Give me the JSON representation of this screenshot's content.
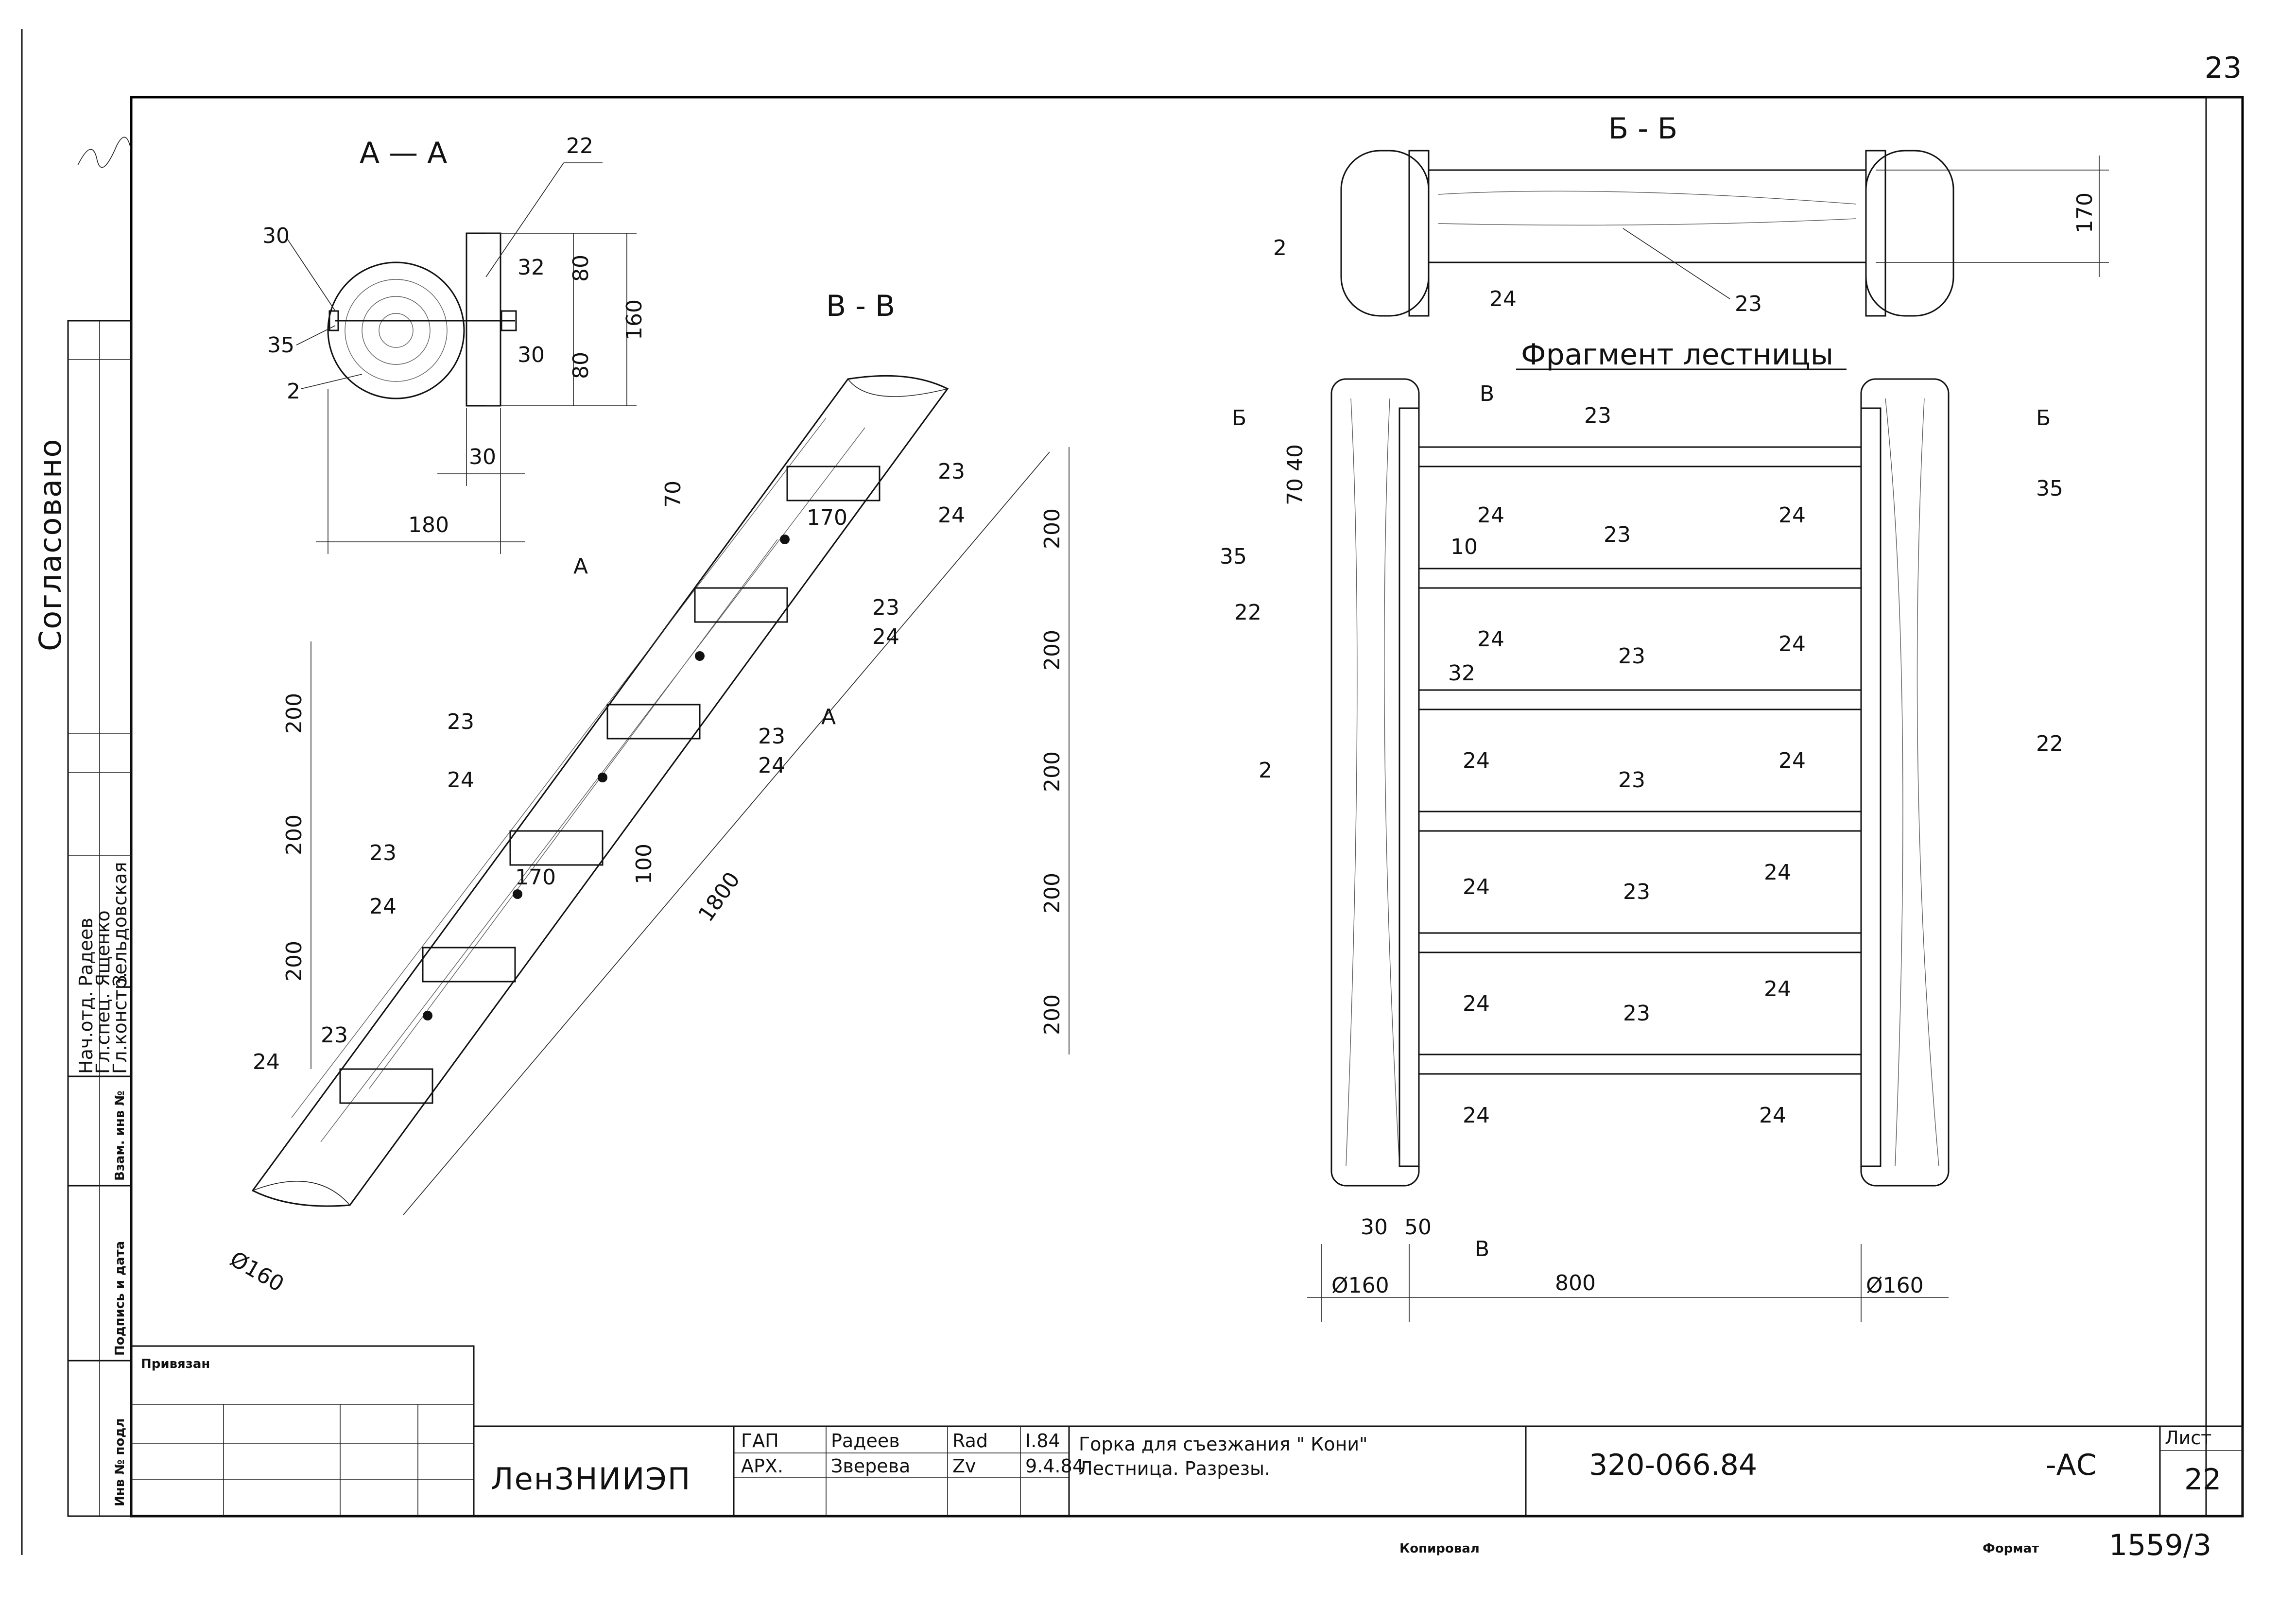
{
  "sheet": {
    "corner_number": "23",
    "sheet_number": "22",
    "sheet_label": "Лист",
    "code": "320-066.84",
    "mark": "-АС",
    "organization": "ЛенЗНИИЭП",
    "bound_label": "Привязан",
    "title_line1": "Горка для съезжания \" Кони\"",
    "title_line2": "Лестница. Разрезы.",
    "copied_label": "Копировал",
    "format_label": "Формат",
    "format_value": "1559/3",
    "stamp_rows": [
      {
        "role": "ГАП",
        "name": "Радеев",
        "sign": "Rad",
        "date": "I.84"
      },
      {
        "role": "АРХ.",
        "name": "Зверева",
        "sign": "Zv",
        "date": "9.4.84"
      }
    ]
  },
  "left_strip": {
    "approved": "Согласовано",
    "inv_no": "Инв № подл",
    "signature_date": "Подпись и дата",
    "replace_inv": "Взам. инв №",
    "people": [
      {
        "role": "Нач.отд.",
        "name": "Радеев"
      },
      {
        "role": "Гл.спец.",
        "name": "Ященко"
      },
      {
        "role": "Гл.констр.",
        "name": "Зельдовская"
      }
    ]
  },
  "views": {
    "aa_title": "А — А",
    "bb_title": "Б - Б",
    "vv_title": "В - В",
    "fragment_title": "Фрагмент лестницы",
    "cut_a": "А",
    "cut_b": "Б",
    "cut_v": "В"
  },
  "labels": {
    "n2": "2",
    "n22": "22",
    "n23": "23",
    "n24": "24",
    "n30": "30",
    "n32": "32",
    "n35": "35"
  },
  "dims": {
    "d80": "80",
    "d160": "160",
    "d30": "30",
    "d180": "180",
    "d170": "170",
    "d200": "200",
    "d1800": "1800",
    "d70": "70",
    "d100": "100",
    "d40": "40",
    "d10": "10",
    "d50": "50",
    "d800": "800",
    "phi160": "Ø160"
  }
}
